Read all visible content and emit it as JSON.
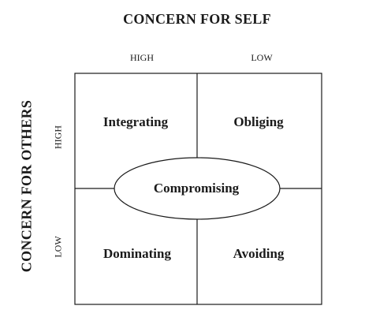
{
  "title": "CONCERN FOR SELF",
  "side_title": "CONCERN FOR OTHERS",
  "columns": {
    "left": "HIGH",
    "right": "LOW"
  },
  "rows": {
    "top": "HIGH",
    "bottom": "LOW"
  },
  "quadrants": {
    "top_left": "Integrating",
    "top_right": "Obliging",
    "bottom_left": "Dominating",
    "bottom_right": "Avoiding",
    "center": "Compromising"
  }
}
